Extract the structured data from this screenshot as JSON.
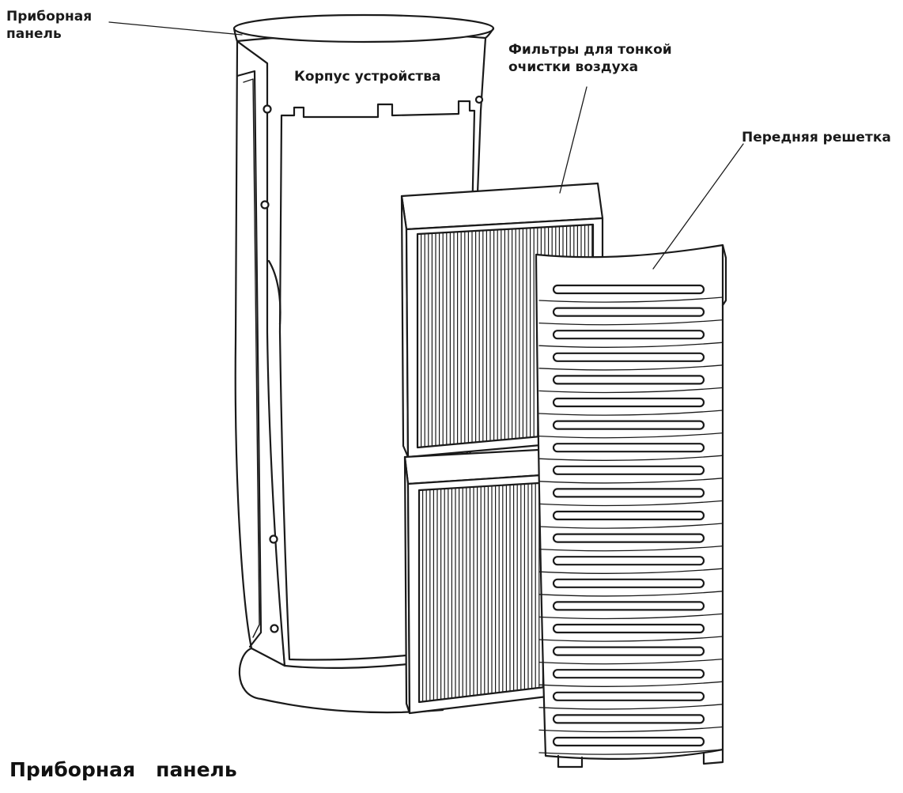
{
  "labels": {
    "control_panel_line1": "Приборная",
    "control_panel_line2": "панель",
    "housing": "Корпус устройства",
    "filters_line1": "Фильтры для тонкой",
    "filters_line2": "очистки воздуха",
    "front_grille": "Передняя решетка"
  },
  "section_heading": "Приборная   панель",
  "colors": {
    "line": "#1a1a1a",
    "fill": "#ffffff"
  }
}
